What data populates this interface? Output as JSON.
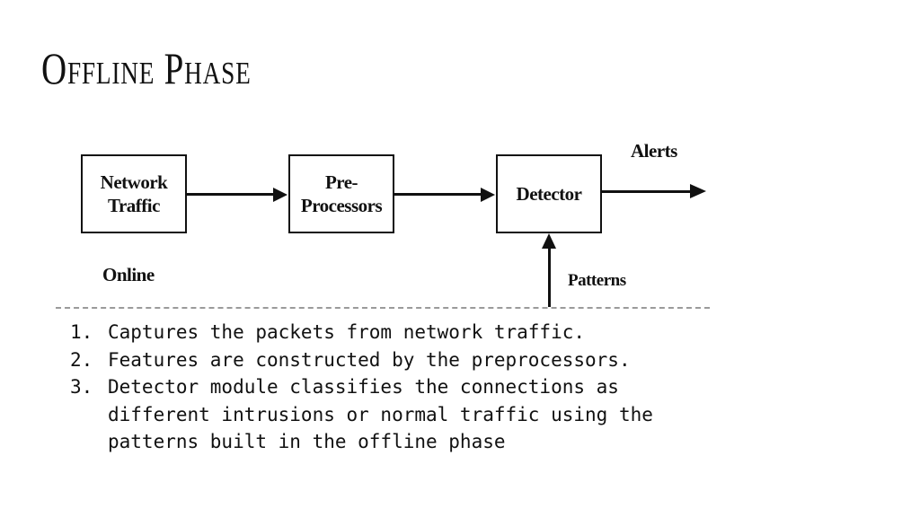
{
  "slide": {
    "title": "Offline Phase"
  },
  "diagram": {
    "boxes": {
      "network_traffic": [
        "Network",
        "Traffic"
      ],
      "preprocessors": [
        "Pre-",
        "Processors"
      ],
      "detector": [
        "Detector"
      ]
    },
    "labels": {
      "alerts": "Alerts",
      "online": "Online",
      "patterns": "Patterns"
    }
  },
  "steps": [
    {
      "num": "1.",
      "text": "Captures the packets from network traffic."
    },
    {
      "num": "2.",
      "text": "Features are constructed by the preprocessors."
    },
    {
      "num": "3.",
      "text": "Detector module classifies the connections as different intrusions or normal traffic using the patterns built in the offline phase"
    }
  ]
}
